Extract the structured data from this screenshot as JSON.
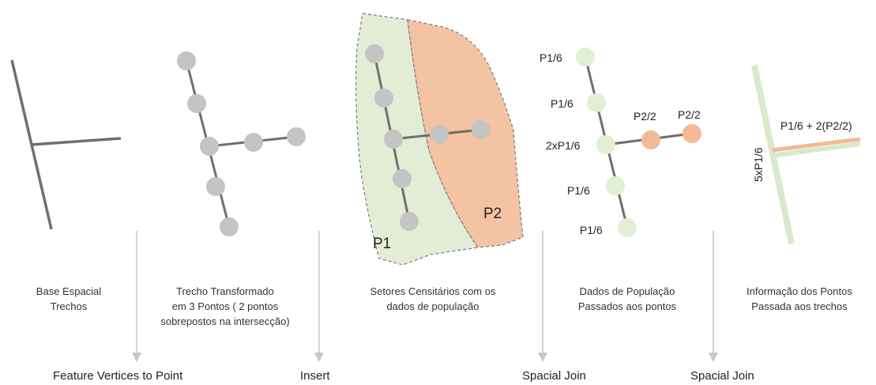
{
  "stages": [
    {
      "caption": [
        "Base Espacial",
        "Trechos"
      ]
    },
    {
      "caption": [
        "Trecho Transformado",
        "em 3 Pontos ( 2 pontos",
        "sobrepostos na intersecção)"
      ]
    },
    {
      "caption": [
        "Setores Censitários com os",
        "dados de população"
      ]
    },
    {
      "caption": [
        "Dados de População",
        "Passados aos pontos"
      ]
    },
    {
      "caption": [
        "Informação dos Pontos",
        "Passada aos trechos"
      ]
    }
  ],
  "operations": [
    "Feature Vertices to Point",
    "Insert",
    "Spacial Join",
    "Spacial Join"
  ],
  "sectors": {
    "p1": "P1",
    "p2": "P2"
  },
  "point_labels": {
    "top": "P1/6",
    "upper": "P1/6",
    "intersection": "2xP1/6",
    "lower": "P1/6",
    "bottom": "P1/6",
    "branch_a": "P2/2",
    "branch_b": "P2/2"
  },
  "result_labels": {
    "horizontal": "P1/6 + 2(P2/2)",
    "vertical": "5xP1/6"
  },
  "colors": {
    "line": "#6f6f6f",
    "point_gray": "#c4c4c4",
    "sector_green": "#e3edd6",
    "sector_orange": "#f4c3a3",
    "point_green": "#e1efd4",
    "point_orange": "#f4b995",
    "arrow": "#c7c7c7"
  }
}
